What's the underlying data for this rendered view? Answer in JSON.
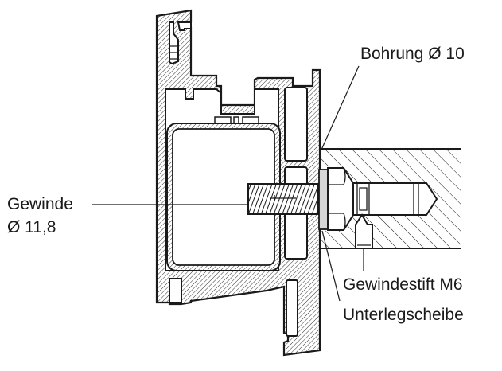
{
  "diagram": {
    "title": "Sectional view of aluminium profile with threaded pin connection",
    "colors": {
      "line": "#1a1a1a",
      "washer_fill": "#d6d6d6",
      "background": "#ffffff"
    },
    "labels": {
      "bohrung": "Bohrung Ø 10",
      "gewinde_line1": "Gewinde",
      "gewinde_line2": "Ø 11,8",
      "gewindestift": "Gewindestift M6",
      "unterlegscheibe": "Unterlegscheibe"
    },
    "parts": [
      {
        "id": "profile",
        "name": "Aluminium profile (hatched section)"
      },
      {
        "id": "tube",
        "name": "Rectangular tube insert"
      },
      {
        "id": "thread",
        "name": "Threaded bolt Ø 11,8"
      },
      {
        "id": "washer",
        "name": "Washer (Unterlegscheibe)"
      },
      {
        "id": "nut",
        "name": "Hex nut"
      },
      {
        "id": "pin",
        "name": "Pin in bore Ø 10"
      },
      {
        "id": "set-screw",
        "name": "Set screw M6"
      },
      {
        "id": "block",
        "name": "Mounting block (hatched)"
      }
    ]
  }
}
